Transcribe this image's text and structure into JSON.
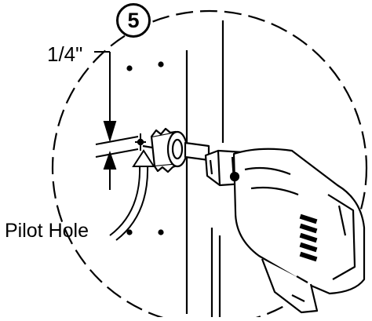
{
  "step_badge": {
    "number": "5"
  },
  "dimension": {
    "label": "1/4\""
  },
  "callout": {
    "label": "Pilot Hole"
  },
  "colors": {
    "line": "#000000",
    "background": "#ffffff"
  }
}
